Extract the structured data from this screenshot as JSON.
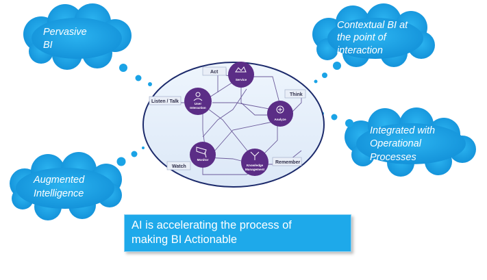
{
  "clouds": {
    "pervasive": [
      "Pervasive",
      "BI"
    ],
    "contextual": [
      "Contextual BI at",
      "the point of",
      "interaction"
    ],
    "integrated": [
      "Integrated with",
      "Operational",
      "Processes"
    ],
    "augmented": [
      "Augmented",
      "Intelligence"
    ]
  },
  "tags": {
    "act": "Act",
    "think": "Think",
    "listen": "Listen / Talk",
    "watch": "Watch",
    "remember": "Remember"
  },
  "nodes": {
    "service": [
      "Service"
    ],
    "user_interaction": [
      "User",
      "Interaction"
    ],
    "analyze": [
      "Analyze"
    ],
    "monitor": [
      "Monitor"
    ],
    "knowledge": [
      "Knowledge",
      "Management"
    ]
  },
  "caption": {
    "line1": "AI is accelerating the process of",
    "line2": "making BI Actionable"
  },
  "colors": {
    "cloud": "#1aa3e6",
    "node": "#5b2d86",
    "ellipse_fill": "#e6f0fb",
    "ellipse_border": "#1c2a6b",
    "caption_bg": "#1ea9ea"
  }
}
